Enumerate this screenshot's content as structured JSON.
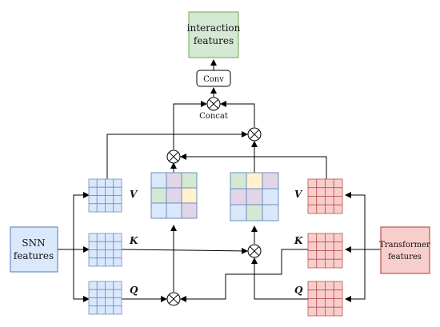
{
  "boxes": {
    "interaction": [
      "interaction",
      "features"
    ],
    "conv": "Conv",
    "concat": "Concat",
    "snn": [
      "SNN",
      "features"
    ],
    "transformer": [
      "Transformer",
      "features"
    ]
  },
  "labels": {
    "snn_v": "V",
    "snn_k": "K",
    "snn_q": "Q",
    "tr_v": "V",
    "tr_k": "K",
    "tr_q": "Q"
  },
  "colors": {
    "blue_fill": "#dae8fc",
    "blue_stroke": "#6c8ebf",
    "red_fill": "#f8cecc",
    "red_stroke": "#b85450",
    "green_fill": "#d5e8d4",
    "green_stroke": "#82b366",
    "purple_fill": "#e1d5e7",
    "yellow_fill": "#fff2cc"
  },
  "attention_maps": {
    "left": [
      [
        "blue",
        "purple",
        "green"
      ],
      [
        "green",
        "purple",
        "yellow"
      ],
      [
        "blue",
        "blue",
        "purple"
      ]
    ],
    "right": [
      [
        "green",
        "yellow",
        "purple"
      ],
      [
        "purple",
        "purple",
        "blue"
      ],
      [
        "blue",
        "green",
        "blue"
      ]
    ]
  }
}
